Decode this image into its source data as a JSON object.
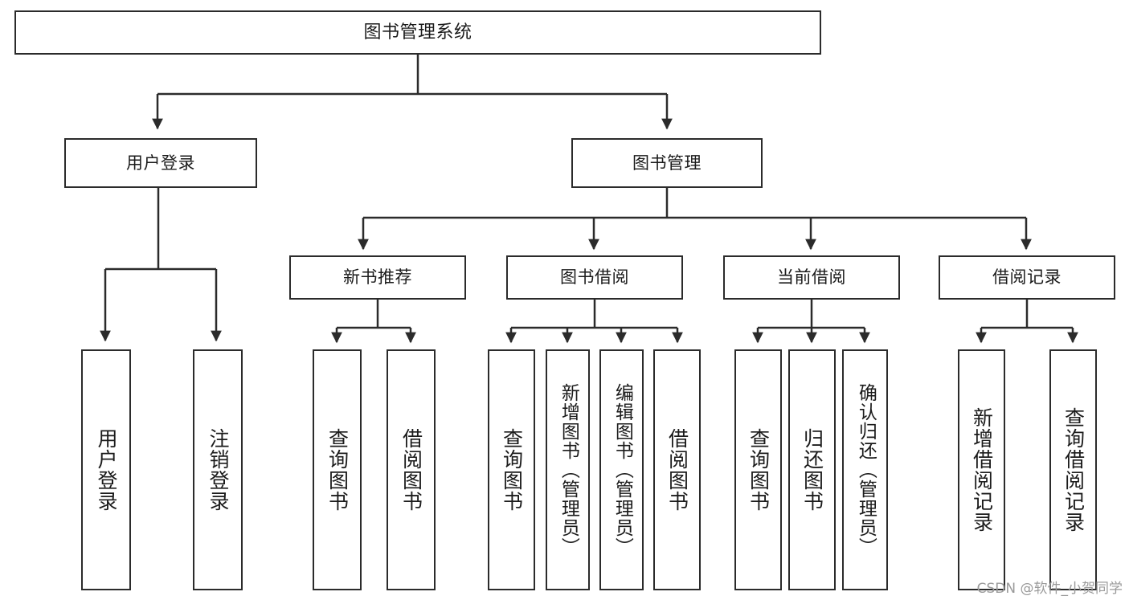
{
  "diagram": {
    "type": "hierarchy-tree",
    "title": "图书管理系统",
    "orientation": "top-down",
    "colors": {
      "stroke": "#2b2b2b",
      "fill": "#ffffff",
      "text": "#1b1b1b",
      "watermark": "#9a9a9a"
    }
  },
  "nodes": {
    "root": {
      "label": "图书管理系统"
    },
    "level2": [
      {
        "label": "用户登录"
      },
      {
        "label": "图书管理"
      }
    ],
    "level3": [
      {
        "label": "新书推荐"
      },
      {
        "label": "图书借阅"
      },
      {
        "label": "当前借阅"
      },
      {
        "label": "借阅记录"
      }
    ],
    "leaves": {
      "user_login": [
        {
          "label": "用户登录"
        },
        {
          "label": "注销登录"
        }
      ],
      "new_book_recommend": [
        {
          "label": "查询图书"
        },
        {
          "label": "借阅图书"
        }
      ],
      "book_borrow": [
        {
          "label": "查询图书"
        },
        {
          "label": "新增图书（管理员）"
        },
        {
          "label": "编辑图书（管理员）"
        },
        {
          "label": "借阅图书"
        }
      ],
      "current_borrow": [
        {
          "label": "查询图书"
        },
        {
          "label": "归还图书"
        },
        {
          "label": "确认归还（管理员）"
        }
      ],
      "borrow_record": [
        {
          "label": "新增借阅记录"
        },
        {
          "label": "查询借阅记录"
        }
      ]
    }
  },
  "watermark": {
    "text": "CSDN @软件_小贺同学"
  }
}
